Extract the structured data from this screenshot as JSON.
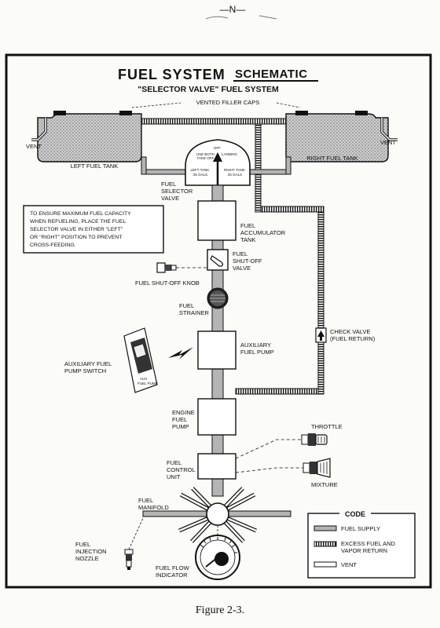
{
  "page_mark": "—N—",
  "title": {
    "main_prefix": "FUEL SYSTEM",
    "main_suffix": "SCHEMATIC",
    "subtitle": "\"SELECTOR VALVE\" FUEL SYSTEM"
  },
  "labels": {
    "vented_filler_caps": "VENTED FILLER CAPS",
    "vent_left": "VENT",
    "vent_right": "VENT",
    "left_tank": "LEFT FUEL TANK",
    "right_tank": "RIGHT FUEL TANK",
    "selector_valve": [
      "FUEL",
      "SELECTOR",
      "VALVE"
    ],
    "selector_face_top": [
      "OFF",
      "USE BOTH",
      "TAKE OFF",
      "LANDING"
    ],
    "selector_face_left": [
      "LEFT TANK",
      "25 GALS"
    ],
    "selector_face_right": [
      "RIGHT TANK",
      "25 GALS"
    ],
    "accumulator": [
      "FUEL",
      "ACCUMULATOR",
      "TANK"
    ],
    "shutoff_valve": [
      "FUEL",
      "SHUT-OFF",
      "VALVE"
    ],
    "shutoff_knob": "FUEL SHUT-OFF KNOB",
    "strainer": [
      "FUEL",
      "STRAINER"
    ],
    "aux_pump": [
      "AUXILIARY",
      "FUEL PUMP"
    ],
    "aux_switch": [
      "AUXILIARY FUEL",
      "PUMP SWITCH"
    ],
    "switch_face": [
      "AUX",
      "FUEL PUMP"
    ],
    "engine_pump": [
      "ENGINE",
      "FUEL",
      "PUMP"
    ],
    "control_unit": [
      "FUEL",
      "CONTROL",
      "UNIT"
    ],
    "throttle": "THROTTLE",
    "mixture": "MIXTURE",
    "check_valve": [
      "CHECK VALVE",
      "(FUEL RETURN)"
    ],
    "manifold": [
      "FUEL",
      "MANIFOLD"
    ],
    "injection_nozzle": [
      "FUEL",
      "INJECTION",
      "NOZZLE"
    ],
    "flow_indicator": [
      "FUEL FLOW",
      "INDICATOR"
    ]
  },
  "note": {
    "lines": [
      "TO ENSURE MAXIMUM FUEL CAPACITY",
      "WHEN REFUELING, PLACE THE FUEL",
      "SELECTOR VALVE IN EITHER \"LEFT\"",
      "OR \"RIGHT\" POSITION TO PREVENT",
      "CROSS-FEEDING."
    ]
  },
  "legend": {
    "title": "CODE",
    "items": [
      {
        "label": [
          "FUEL SUPPLY"
        ],
        "style": "supply"
      },
      {
        "label": [
          "EXCESS FUEL AND",
          "VAPOR RETURN"
        ],
        "style": "return"
      },
      {
        "label": [
          "VENT"
        ],
        "style": "vent"
      }
    ]
  },
  "caption": "Figure 2-3.",
  "colors": {
    "ink": "#111111",
    "supply_fill": "#b4b4b4",
    "tank_fill": "#c2c2c2",
    "paper": "#fbfbf8"
  }
}
